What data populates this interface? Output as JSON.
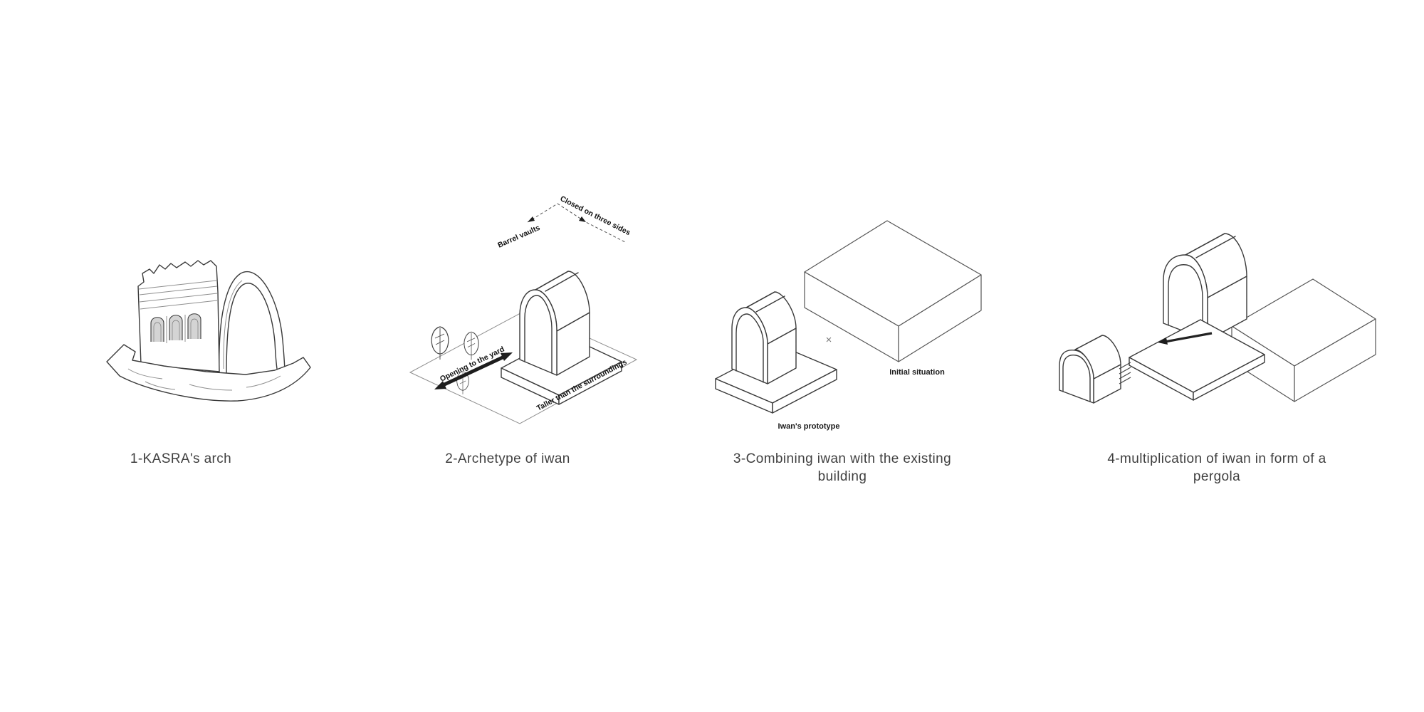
{
  "page": {
    "background_color": "#ffffff",
    "text_color": "#3f3f3f"
  },
  "panels": [
    {
      "caption": "1-KASRA's arch"
    },
    {
      "caption": "2-Archetype of iwan",
      "annotations": {
        "closed": "Closed on three sides",
        "barrel": "Barrel vaults",
        "opening": "Opening to the yard",
        "taller": "Taller than the surroundings"
      }
    },
    {
      "caption_lines": [
        "3-Combining iwan with the existing",
        "building"
      ],
      "labels": {
        "prototype": "Iwan's prototype",
        "initial": "Initial situation",
        "times": "×"
      }
    },
    {
      "caption_lines": [
        "4-multiplication of iwan in form of a",
        "pergola"
      ]
    }
  ]
}
